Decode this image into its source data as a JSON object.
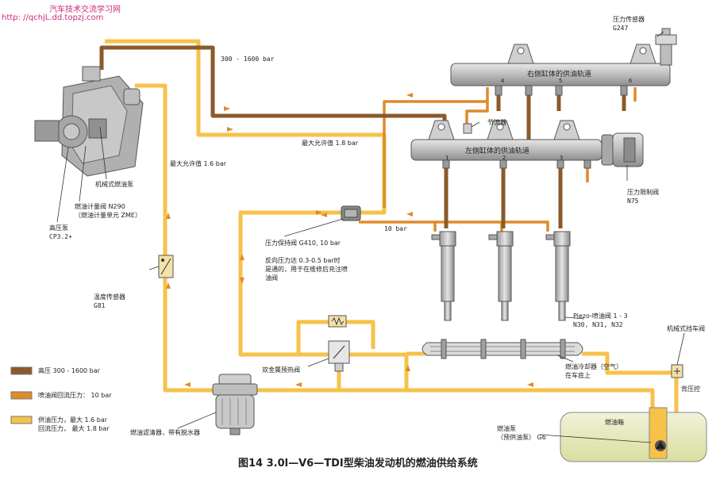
{
  "watermark": {
    "line1": "汽车技术交流学习网",
    "line2": "http: //qchjL.dd.topzj.com"
  },
  "title": "图14 3.0l—V6—TDI型柴油发动机的燃油供给系统",
  "labels": {
    "pressure_high": "300 - 1600 bar",
    "max_allow_18": "最大允许值 1.8 bar",
    "max_allow_16": "最大允许值 1.6 bar",
    "pressure_sensor": "压力传感器",
    "pressure_sensor_code": "G247",
    "throttle": "节流器",
    "right_rail": "右侧缸体的供油轨道",
    "left_rail": "左侧缸体的供油轨道",
    "pressure_limit_valve": "压力限制阀",
    "pressure_limit_valve_code": "N75",
    "mech_pump": "机械式燃油泵",
    "metering_valve": "燃油计量阀 N290",
    "metering_unit": "（燃油计量单元 ZME）",
    "hp_pump": "高压泵",
    "hp_pump_code": "CP3.2+",
    "pressure_hold_valve": "压力保持阀 G410, 10 bar",
    "ten_bar": "10 bar",
    "reverse_text_1": "反向压力达 0.3-0.5 bar时",
    "reverse_text_2": "是通的，用于在维修后充注喷",
    "reverse_text_3": "油阀",
    "temp_sensor": "温度传感器",
    "temp_sensor_code": "G81",
    "piezo_valves": "Piezo-喷油阀 1 - 3",
    "piezo_codes": "N30, N31, N32",
    "bimetal_valve": "双金属预热阀",
    "fuel_cooler": "燃油冷却器（空气）",
    "fuel_cooler_2": "在车底上",
    "mech_check_valve": "机械式挡车阀",
    "back_pressure": "背压控",
    "fuel_tank": "燃油箱",
    "fuel_pump": "燃油泵",
    "fuel_pump_2": "（预供油泵） G6",
    "fuel_filter": "燃油滤清器，带有脱水器"
  },
  "legend": [
    {
      "color": "#8b5a2b",
      "line1": "高压  300 - 1600 bar",
      "line2": ""
    },
    {
      "color": "#e08a2a",
      "line1": "喷油阀回流压力：  10 bar",
      "line2": ""
    },
    {
      "color": "#f6c24a",
      "line1": "供油压力，最大 1.6 bar",
      "line2": "回流压力，  最大 1.8 bar"
    }
  ],
  "colors": {
    "high": "#8b5a2b",
    "return": "#e08a2a",
    "supply": "#f6c24a",
    "component": "#b8b8b8"
  },
  "rail_port_numbers": [
    "4",
    "5",
    "6",
    "1",
    "2",
    "3"
  ]
}
